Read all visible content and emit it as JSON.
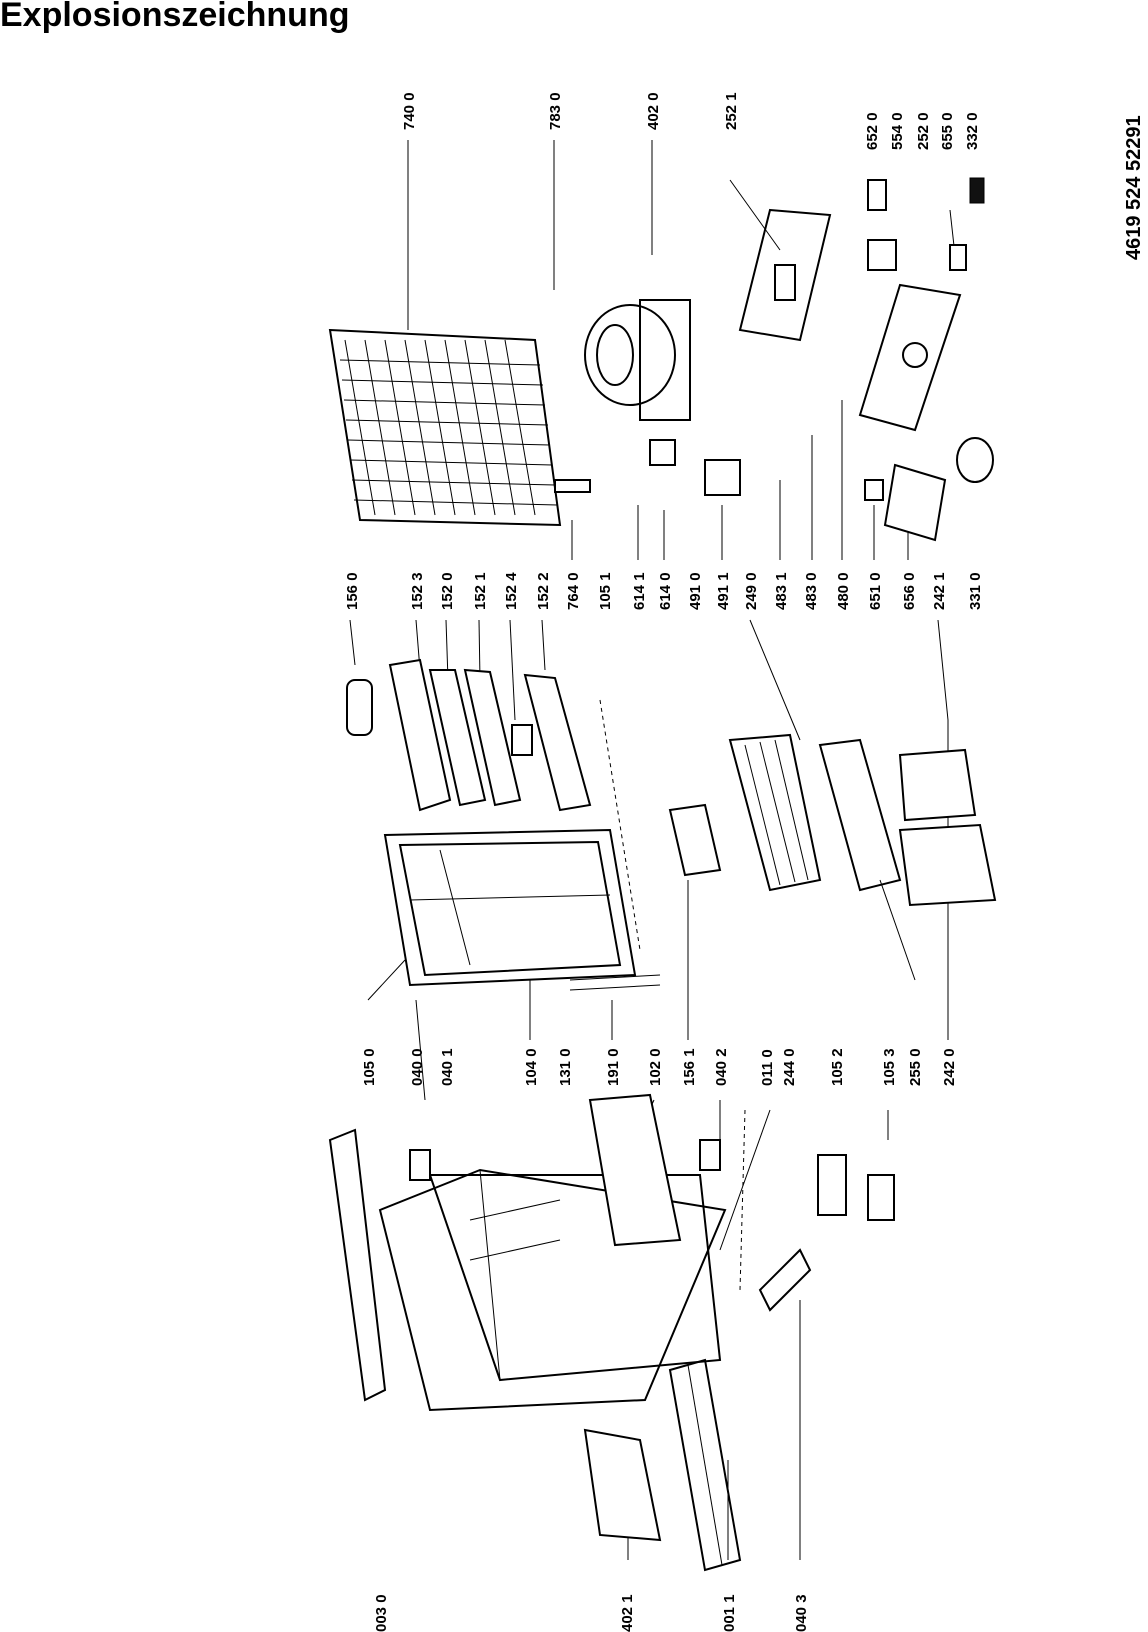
{
  "title": "Explosionszeichnung",
  "document_number": "4619 524 52291",
  "labels": {
    "p740_0": "740 0",
    "p783_0": "783 0",
    "p402_0": "402 0",
    "p252_1": "252 1",
    "p652_0": "652 0",
    "p554_0": "554 0",
    "p252_0": "252 0",
    "p655_0": "655 0",
    "p332_0": "332 0",
    "p156_0": "156 0",
    "p152_3": "152 3",
    "p152_0": "152 0",
    "p152_1": "152 1",
    "p152_4": "152 4",
    "p152_2": "152 2",
    "p764_0": "764 0",
    "p105_1": "105 1",
    "p614_1": "614 1",
    "p614_0": "614 0",
    "p491_0": "491 0",
    "p491_1": "491 1",
    "p249_0": "249 0",
    "p483_1": "483 1",
    "p483_0": "483 0",
    "p480_0": "480 0",
    "p651_0": "651 0",
    "p656_0": "656 0",
    "p242_1": "242 1",
    "p331_0": "331 0",
    "p105_0": "105 0",
    "p040_0": "040 0",
    "p040_1": "040 1",
    "p104_0": "104 0",
    "p131_0": "131 0",
    "p191_0": "191 0",
    "p102_0": "102 0",
    "p156_1": "156 1",
    "p040_2": "040 2",
    "p011_0": "011 0",
    "p244_0": "244 0",
    "p105_2": "105 2",
    "p105_3": "105 3",
    "p255_0": "255 0",
    "p242_0": "242 0",
    "p003_0": "003 0",
    "p402_1": "402 1",
    "p001_1": "001 1",
    "p040_3": "040 3"
  }
}
